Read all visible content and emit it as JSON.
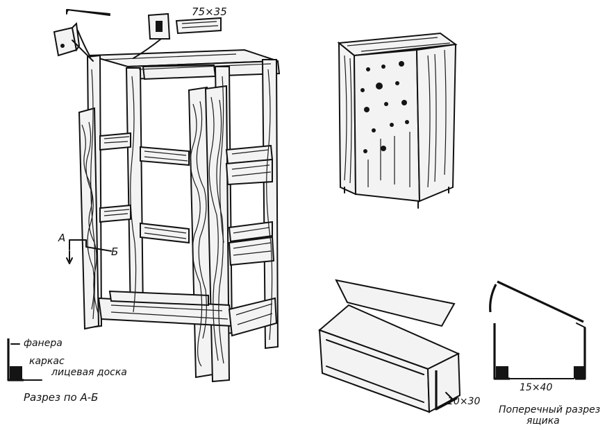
{
  "labels": {
    "size_frame": "75×35",
    "section_a": "А",
    "section_b": "Б",
    "plywood": "фанера",
    "frame": "каркас",
    "face_board": "лицевая доска",
    "section_caption": "Разрез по А-Б",
    "size_box_edge": "10×30",
    "size_box_rail": "15×40",
    "cross_section_line1": "Поперечный разрез",
    "cross_section_line2": "ящика"
  },
  "colors": {
    "ink": "#111111",
    "paper": "#ffffff"
  }
}
